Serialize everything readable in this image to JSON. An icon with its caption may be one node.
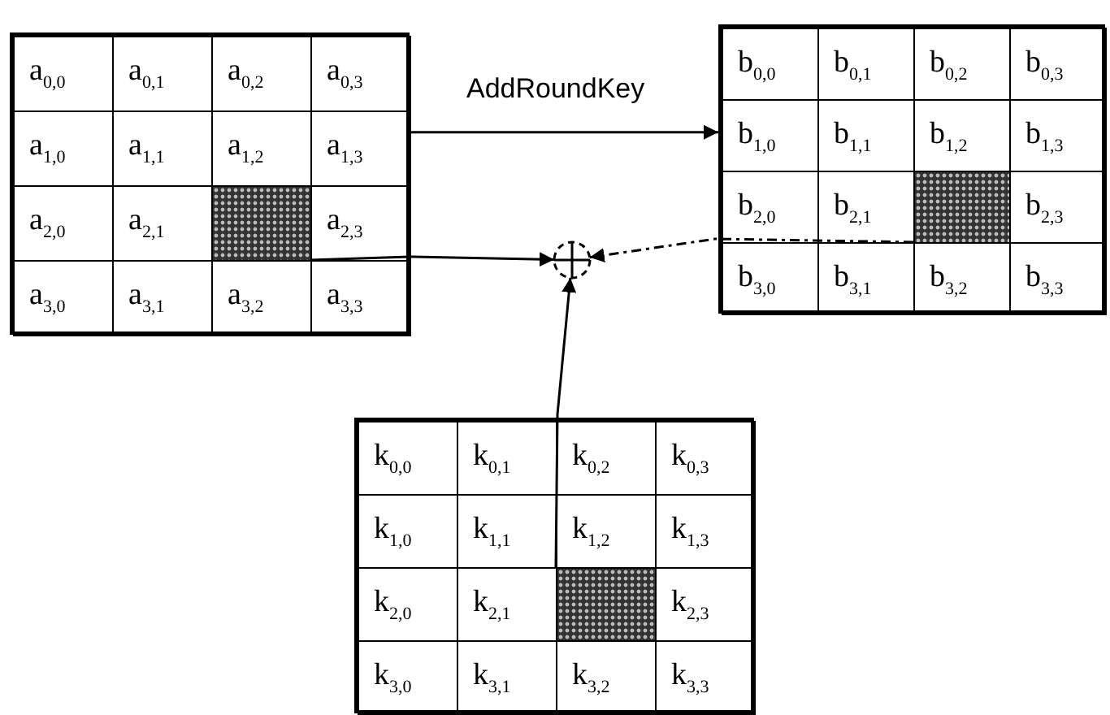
{
  "diagram": {
    "nodes": [
      {
        "text": [],
        "shape": "box"
      },
      {
        "text": [
          "a$_{0,0}$"
        ],
        "in": 0
      },
      {
        "text": [
          "a$_{0,1}$"
        ],
        "in": 0
      },
      {
        "text": [
          "a$_{0,2}$"
        ],
        "in": 0
      },
      {
        "text": [
          "a$_{0,3}$"
        ],
        "in": 0
      },
      {
        "text": [
          "a$_{1,0}$"
        ],
        "in": 0
      },
      {
        "text": [
          "a$_{1,1}$"
        ],
        "in": 0
      },
      {
        "text": [
          "a$_{1,2}$"
        ],
        "in": 0
      },
      {
        "text": [
          "a$_{1,3}$"
        ],
        "in": 0
      },
      {
        "text": [
          "a$_{2,0}$"
        ],
        "in": 0
      },
      {
        "text": [
          "a$_{2,1}$"
        ],
        "in": 0
      },
      {
        "text": [],
        "shape": "box",
        "in": 0
      },
      {
        "text": [
          "a$_{2,3}$"
        ],
        "in": 0
      },
      {
        "text": [
          "a$_{3,0}$"
        ],
        "in": 0
      },
      {
        "text": [
          "a$_{3,1}$"
        ],
        "in": 0
      },
      {
        "text": [
          "a$_{3,2}$"
        ],
        "in": 0
      },
      {
        "text": [
          "a$_{3,3}$"
        ],
        "in": 0
      },
      {
        "text": [],
        "shape": "box"
      },
      {
        "text": [
          "b$_{0,0}$"
        ],
        "in": 17
      },
      {
        "text": [
          "b$_{0,1}$"
        ],
        "in": 17
      },
      {
        "text": [
          "b$_{0,2}$"
        ],
        "in": 17
      },
      {
        "text": [
          "b$_{0,3}$"
        ],
        "in": 17
      },
      {
        "text": [
          "b$_{1,0}$"
        ],
        "in": 17
      },
      {
        "text": [
          "b$_{1,1}$"
        ],
        "in": 17
      },
      {
        "text": [
          "b$_{1,2}$"
        ],
        "in": 17
      },
      {
        "text": [
          "b$_{1,3}$"
        ],
        "in": 17
      },
      {
        "text": [
          "b$_{2,0}$"
        ],
        "in": 17
      },
      {
        "text": [
          "b$_{2,1}$"
        ],
        "in": 17
      },
      {
        "text": [],
        "shape": "box",
        "in": 17
      },
      {
        "text": [
          "b$_{2,3}$"
        ],
        "in": 17
      },
      {
        "text": [
          "b$_{3,0}$"
        ],
        "in": 17
      },
      {
        "text": [
          "b$_{3,1}$"
        ],
        "in": 17
      },
      {
        "text": [
          "b$_{3,2}$"
        ],
        "in": 17
      },
      {
        "text": [
          "b$_{3,3}$"
        ],
        "in": 17
      },
      {
        "text": [],
        "shape": "circle"
      },
      {
        "text": [],
        "shape": "box"
      },
      {
        "text": [
          "k$_{0,0}$"
        ],
        "in": 35
      },
      {
        "text": [
          "k$_{0,1}$"
        ],
        "in": 35
      },
      {
        "text": [
          "k$_{0,2}$"
        ],
        "in": 35
      },
      {
        "text": [
          "k$_{0,3}$"
        ],
        "in": 35
      },
      {
        "text": [
          "k$_{1,0}$"
        ],
        "in": 35
      },
      {
        "text": [
          "k$_{1,1}$"
        ],
        "in": 35
      },
      {
        "text": [
          "k$_{1,2}$"
        ],
        "in": 35
      },
      {
        "text": [
          "k$_{1,3}$"
        ],
        "in": 35
      },
      {
        "text": [
          "k$_{2,0}$"
        ],
        "in": 35
      },
      {
        "text": [
          "k$_{2,1}$"
        ],
        "in": 35
      },
      {
        "text": [],
        "shape": "box",
        "in": 35
      },
      {
        "text": [
          "k$_{2,3}$"
        ],
        "in": 35
      },
      {
        "text": [
          "k$_{3,0}$"
        ],
        "in": 35
      },
      {
        "text": [
          "k$_{3,1}$"
        ],
        "in": 35
      },
      {
        "text": [
          "k$_{3,2}$"
        ],
        "in": 35
      },
      {
        "text": [
          "k$_{3,3}$"
        ],
        "in": 35
      }
    ],
    "edges": [
      {
        "from": 11,
        "to": 34,
        "arrow": "to"
      },
      {
        "from": 28,
        "to": 34,
        "arrow": "to",
        "style": "dashed"
      },
      {
        "from": 46,
        "to": 34,
        "arrow": "to"
      },
      {
        "from": 0,
        "to": 17,
        "arrow": "to",
        "label": "AddRoundKey"
      }
    ]
  }
}
